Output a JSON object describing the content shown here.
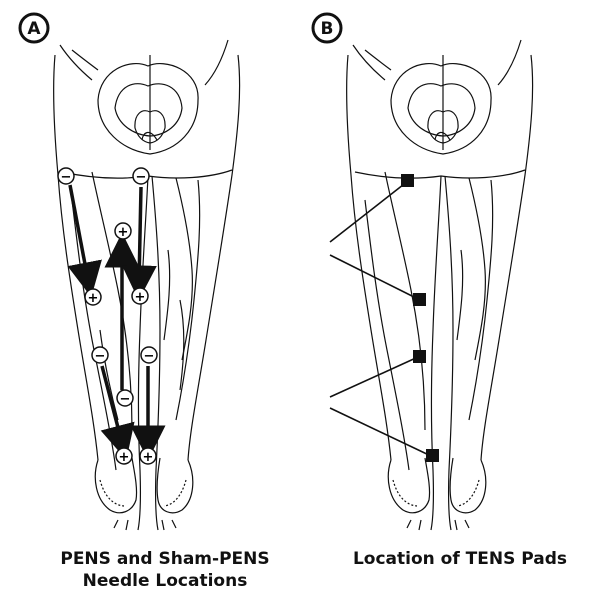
{
  "panel_a": {
    "label": "A",
    "caption_line1": "PENS and Sham-PENS",
    "caption_line2": "Needle Locations",
    "needle_markers": [
      {
        "sign": "−"
      },
      {
        "sign": "+"
      },
      {
        "sign": "−"
      },
      {
        "sign": "+"
      },
      {
        "sign": "+"
      },
      {
        "sign": "−"
      },
      {
        "sign": "−"
      },
      {
        "sign": "+"
      },
      {
        "sign": "−"
      },
      {
        "sign": "+"
      }
    ]
  },
  "panel_b": {
    "label": "B",
    "caption": "Location of TENS Pads",
    "pad_count": 4
  },
  "colors": {
    "ink": "#111111",
    "background": "#ffffff"
  }
}
